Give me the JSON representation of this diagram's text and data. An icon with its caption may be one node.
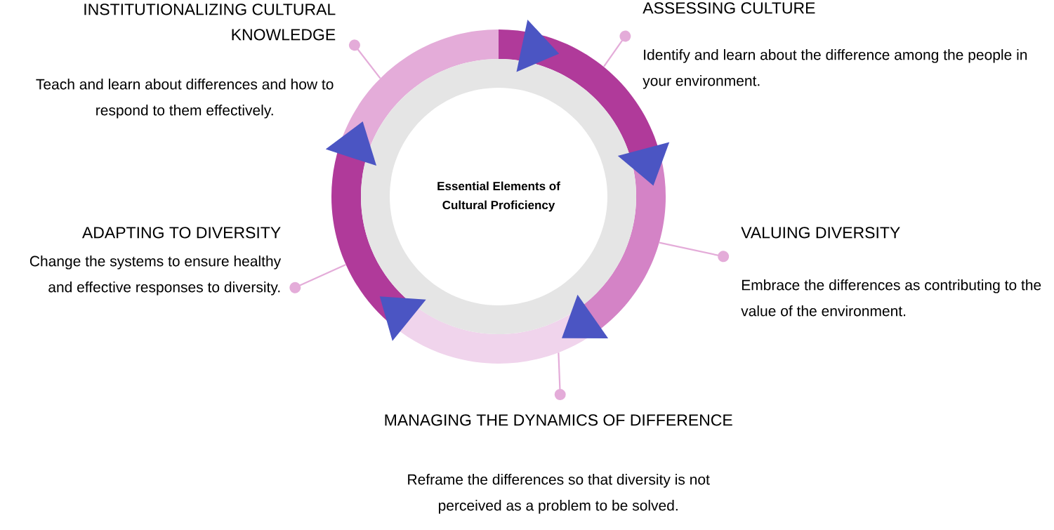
{
  "diagram": {
    "nodes": [
      {
        "text": [
          "Essential Elements of Cultural Proficiency"
        ]
      },
      {
        "text": [
          "INSTITUTIONALIZING CULTURAL KNOWLEDGE",
          "Teach and learn about differences and how to respond to them effectively."
        ]
      },
      {
        "text": [
          "ASSESSING CULTURE",
          "Identify and learn about the difference among the people in your environment."
        ]
      },
      {
        "text": [
          "VALUING DIVERSITY",
          "Embrace the differences as contributing to the value of the environment."
        ]
      },
      {
        "text": [
          "MANAGING THE DYNAMICS OF DIFFERENCE",
          "Reframe the differences so that diversity is not perceived as a problem to be solved."
        ]
      },
      {
        "text": [
          "ADAPTING TO DIVERSITY",
          "Change the systems to ensure healthy and effective responses to diversity."
        ]
      }
    ],
    "edges": [
      {
        "from": 1,
        "to": 0,
        "arrow": "other"
      },
      {
        "from": 2,
        "to": 0,
        "arrow": "other"
      },
      {
        "from": 3,
        "to": 0,
        "arrow": "other"
      },
      {
        "from": 4,
        "to": 0,
        "arrow": "other"
      },
      {
        "from": 5,
        "to": 0,
        "arrow": "other"
      }
    ]
  }
}
